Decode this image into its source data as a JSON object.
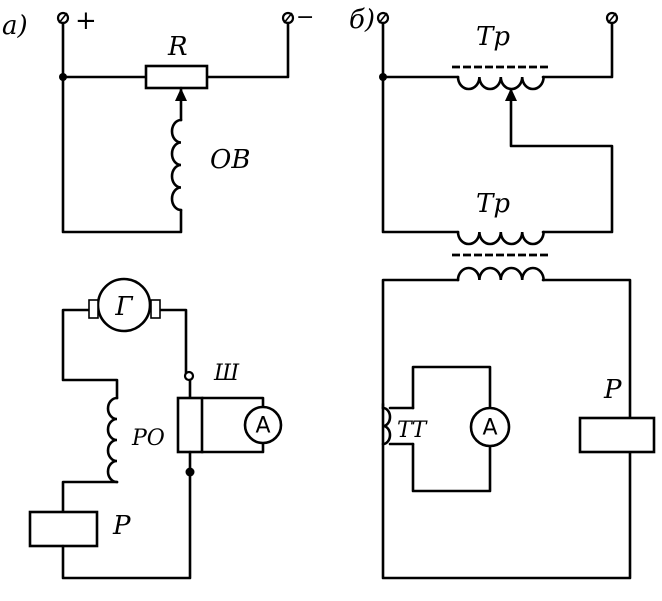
{
  "panels": {
    "a": {
      "tag": "а)",
      "terminal_plus": "+",
      "terminal_minus": "−",
      "rheostat": "R",
      "field_winding": "ОВ",
      "generator": "Г",
      "field_regulator": "РО",
      "shunt": "Ш",
      "ammeter": "A",
      "relay": "Р"
    },
    "b": {
      "tag": "б)",
      "transformer_top": "Тр",
      "transformer_mid": "Тр",
      "current_transformer": "ТТ",
      "ammeter": "A",
      "relay": "Р"
    }
  }
}
